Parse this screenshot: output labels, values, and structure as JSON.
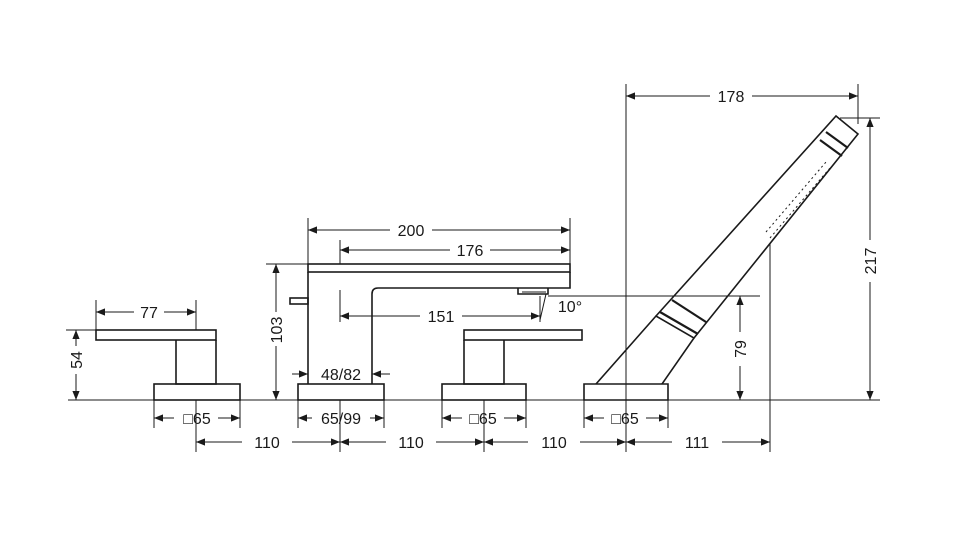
{
  "dimensions": {
    "handle_width": "77",
    "handle_height": "54",
    "base_left": "□65",
    "spout_length": "200",
    "spout_reach": "176",
    "spout_height": "103",
    "spout_inner": "151",
    "spout_angle": "10°",
    "spout_base_inner": "48/82",
    "spout_base": "65/99",
    "base_mid": "□65",
    "base_shower": "□65",
    "spacing_1": "110",
    "spacing_2": "110",
    "spacing_3": "110",
    "spacing_4": "111",
    "shower_width": "178",
    "shower_height": "217",
    "holder_height": "79"
  }
}
